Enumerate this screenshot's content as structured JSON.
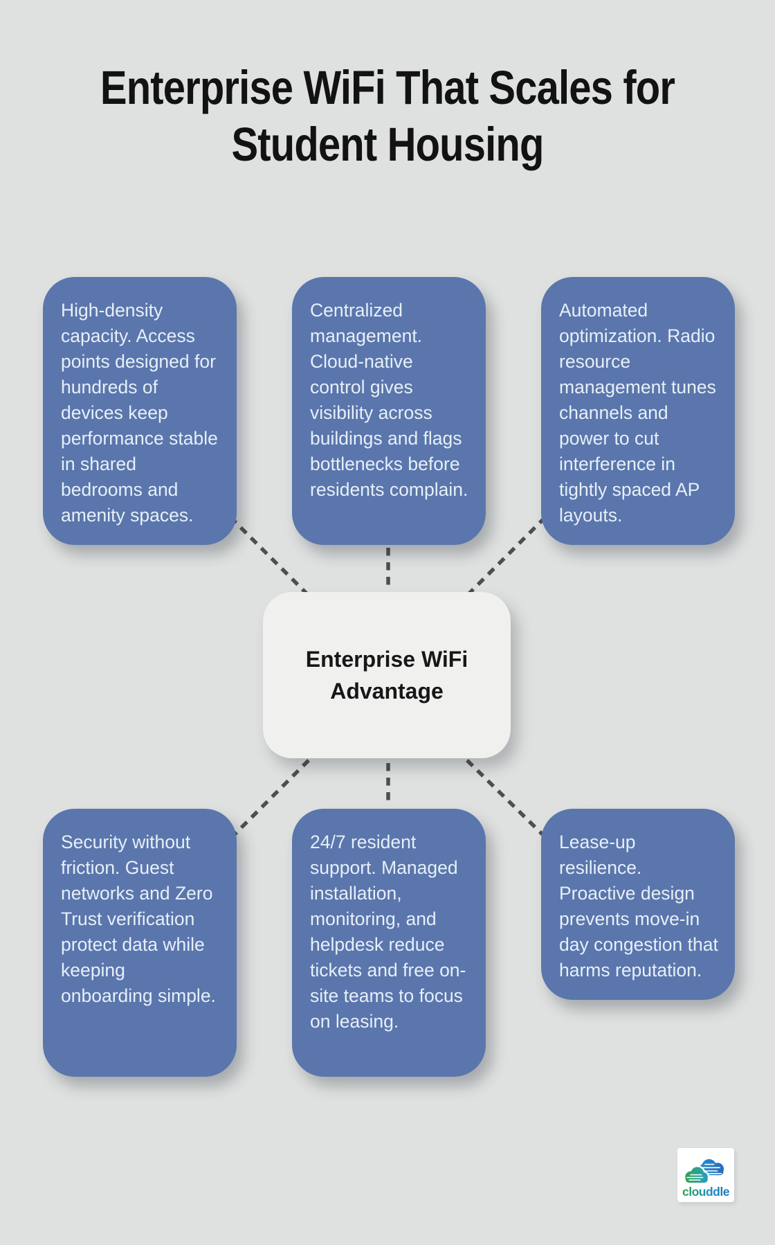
{
  "title": {
    "line1": "Enterprise WiFi That Scales for",
    "line2": "Student Housing"
  },
  "center_node": {
    "label": "Enterprise WiFi Advantage"
  },
  "features": [
    {
      "id": "high-density-capacity",
      "text": "High-density capacity. Access points designed for hundreds of devices keep performance stable in shared bedrooms and amenity spaces."
    },
    {
      "id": "centralized-management",
      "text": "Centralized management. Cloud-native control gives visibility across buildings and flags bottlenecks before residents complain."
    },
    {
      "id": "automated-optimization",
      "text": "Automated optimization. Radio resource management tunes channels and power to cut interference in tightly spaced AP layouts."
    },
    {
      "id": "security-without-friction",
      "text": "Security without friction. Guest networks and Zero Trust verification protect data while keeping onboarding simple."
    },
    {
      "id": "resident-support",
      "text": "24/7 resident support. Managed installation, monitoring, and helpdesk reduce tickets and free on-site teams to focus on leasing."
    },
    {
      "id": "lease-up-resilience",
      "text": "Lease-up resilience. Proactive design prevents move-in day congestion that harms reputation."
    }
  ],
  "logo": {
    "wordmark": "clouddle"
  },
  "colors": {
    "background": "#dfe1e0",
    "feature_box": "#5a76ac",
    "feature_text": "#e7eff8",
    "center_fill": "#f0f1ef",
    "center_text": "#171717",
    "connector": "#4e4e4e",
    "title_text": "#121212",
    "logo_green": "#2ca24f",
    "logo_teal": "#21a0c8",
    "logo_blue": "#1b75bc"
  }
}
